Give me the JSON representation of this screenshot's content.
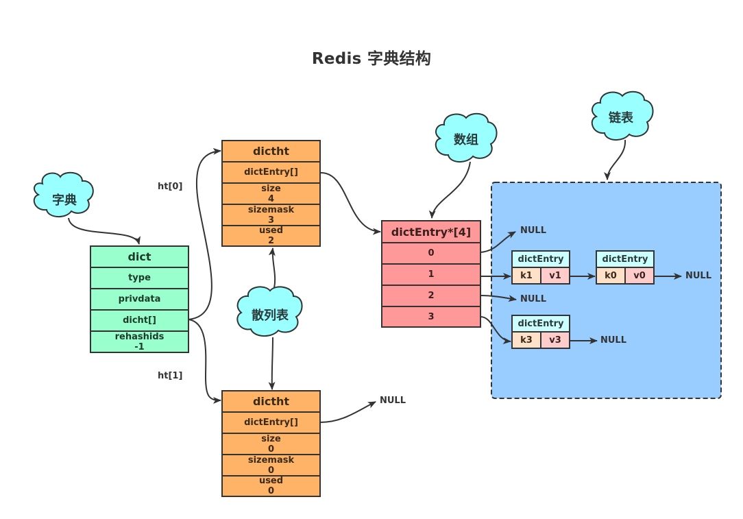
{
  "title": "Redis 字典结构",
  "colors": {
    "dict": "#99ffcc",
    "dictht": "#ffb366",
    "array": "#ff9999",
    "cloud": "#99ffff",
    "list_area": "#99ccff",
    "entry_head": "#ccffff",
    "entry_key": "#ffe0c8",
    "entry_val": "#ffcccc",
    "stroke": "#333333"
  },
  "clouds": {
    "dict": "字典",
    "hashtable": "散列表",
    "array": "数组",
    "linkedlist": "链表"
  },
  "dict": {
    "title": "dict",
    "fields": [
      "type",
      "privdata",
      "dicht[]"
    ],
    "rehashids": {
      "name": "rehashids",
      "value": "-1"
    }
  },
  "edge_labels": {
    "ht0": "ht[0]",
    "ht1": "ht[1]"
  },
  "dictht0": {
    "title": "dictht",
    "table": "dictEntry[]",
    "size": {
      "name": "size",
      "value": "4"
    },
    "sizemask": {
      "name": "sizemask",
      "value": "3"
    },
    "used": {
      "name": "used",
      "value": "2"
    }
  },
  "dictht1": {
    "title": "dictht",
    "table": "dictEntry[]",
    "size": {
      "name": "size",
      "value": "0"
    },
    "sizemask": {
      "name": "sizemask",
      "value": "0"
    },
    "used": {
      "name": "used",
      "value": "0"
    },
    "null_label": "NULL"
  },
  "array": {
    "title": "dictEntry*[4]",
    "slots": [
      "0",
      "1",
      "2",
      "3"
    ]
  },
  "entries": [
    {
      "title": "dictEntry",
      "key": "k1",
      "value": "v1"
    },
    {
      "title": "dictEntry",
      "key": "k0",
      "value": "v0"
    },
    {
      "title": "dictEntry",
      "key": "k3",
      "value": "v3"
    }
  ],
  "nulls": {
    "slot0": "NULL",
    "chain1": "NULL",
    "slot2": "NULL",
    "chain3": "NULL"
  }
}
